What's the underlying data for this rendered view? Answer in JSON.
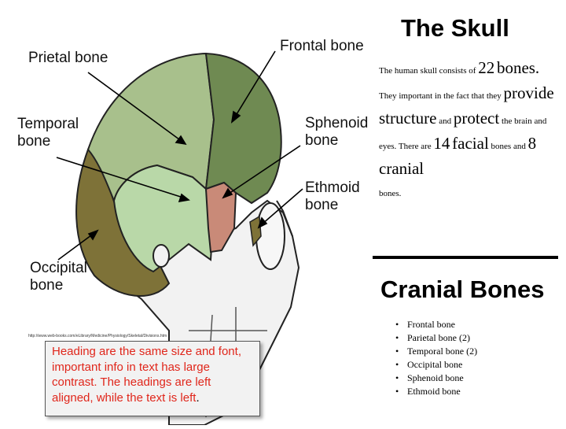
{
  "figure": {
    "labels": {
      "parietal": "Prietal bone",
      "frontal": "Frontal bone",
      "temporal": "Temporal\nbone",
      "sphenoid": "Sphenoid\nbone",
      "ethmoid": "Ethmoid\nbone",
      "occipital": "Occipital\nbone"
    },
    "source_url": "http://www.web-books.com/eLibrary/Medicine/Physiology/Skeletal/Divisions.htm",
    "colors": {
      "parietal": "#a8c08c",
      "frontal": "#6f8a52",
      "temporal": "#b9d8a8",
      "sphenoid": "#c98a78",
      "occipital": "#7e7238",
      "bone": "#f2f2f2"
    }
  },
  "note": {
    "main": "Heading are the same size and font, important info in text has large contrast. The headings are left  aligned, while the text is left",
    "end": "."
  },
  "skull_section": {
    "title": "The Skull",
    "p1": "The human skull consists of ",
    "n22": "22",
    "bones": "bones.",
    "p2": "They important in the fact that they ",
    "provide": "provide structure",
    "and1": " and ",
    "protect": "protect",
    "p3": " the brain and eyes.  There are ",
    "n14": "14",
    "facial": "facial",
    "p4": " bones and ",
    "eight": "8 cranial",
    "p5": "bones."
  },
  "cranial_section": {
    "title": "Cranial Bones",
    "items": [
      "Frontal bone",
      "Parietal bone (2)",
      "Temporal bone (2)",
      "Occipital bone",
      "Sphenoid bone",
      "Ethmoid bone"
    ]
  }
}
